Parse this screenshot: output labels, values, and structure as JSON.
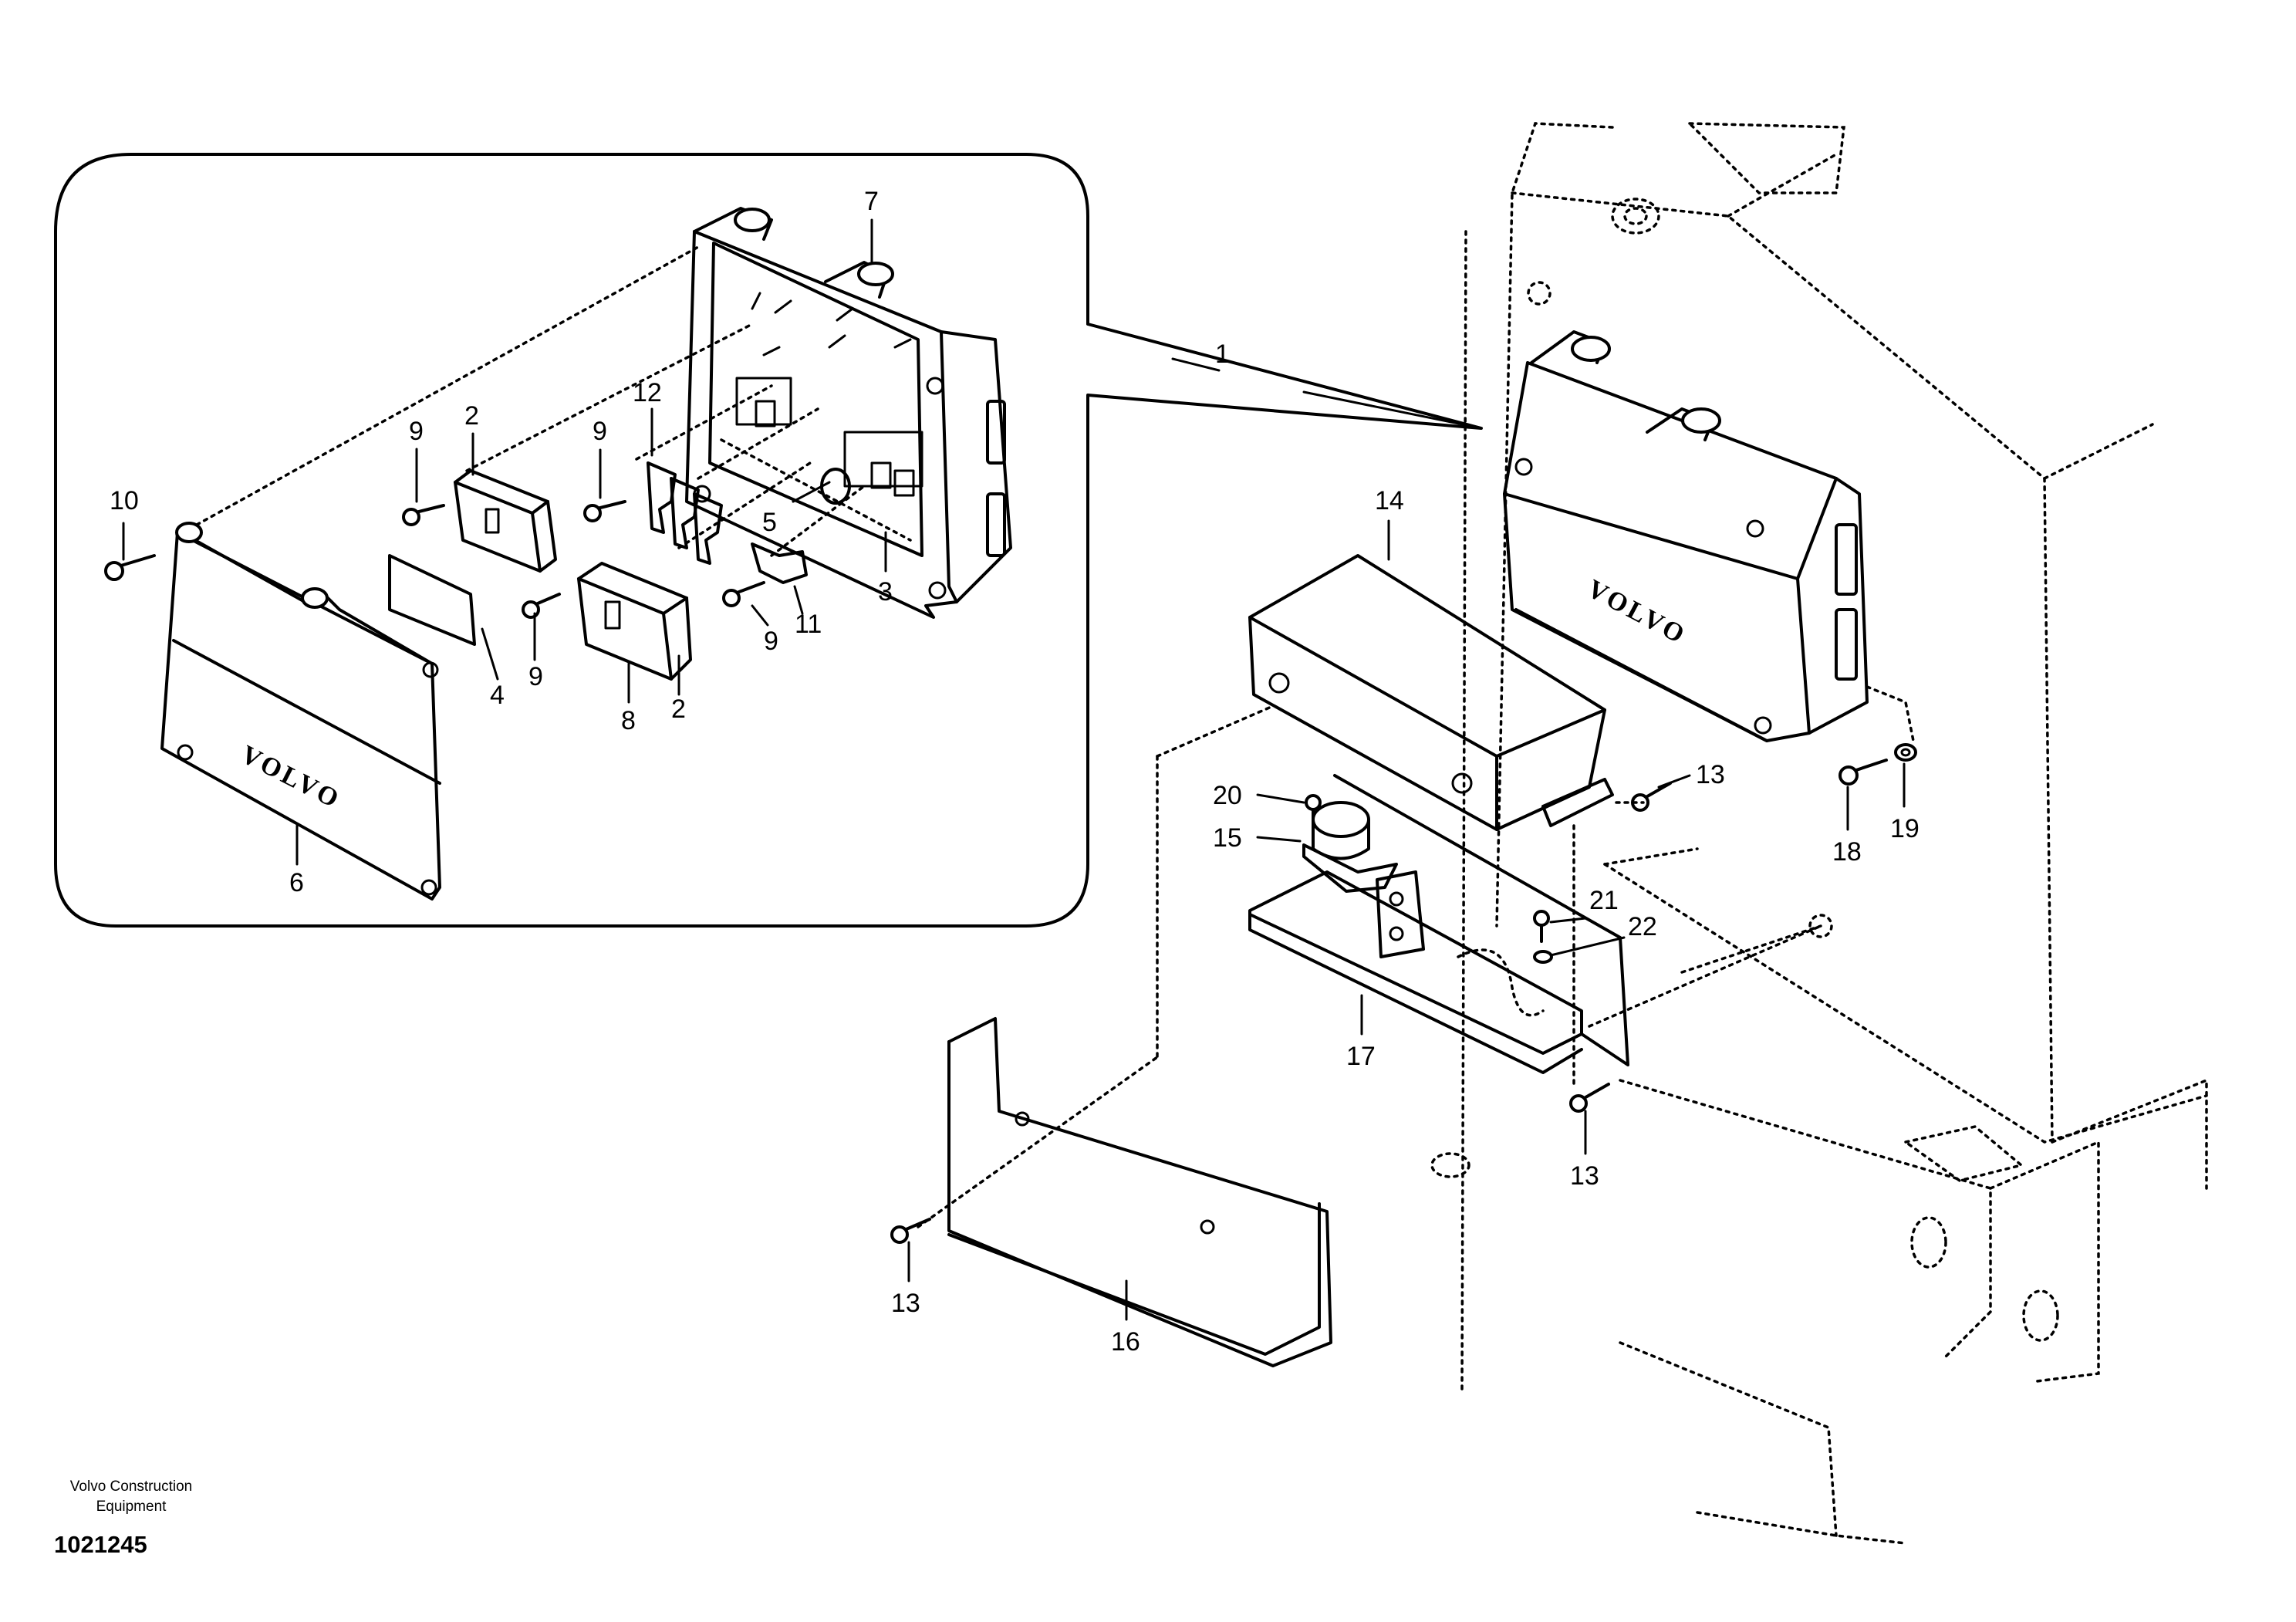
{
  "labels": {
    "p1": "1",
    "p2a": "2",
    "p2b": "2",
    "p3": "3",
    "p4": "4",
    "p5": "5",
    "p6": "6",
    "p7": "7",
    "p8": "8",
    "p9a": "9",
    "p9b": "9",
    "p9c": "9",
    "p9d": "9",
    "p10": "10",
    "p11": "11",
    "p12": "12",
    "p13a": "13",
    "p13b": "13",
    "p13c": "13",
    "p14": "14",
    "p15": "15",
    "p16": "16",
    "p17": "17",
    "p18": "18",
    "p19": "19",
    "p20": "20",
    "p21": "21",
    "p22": "22"
  },
  "branding": {
    "cover_logo": "VOLVO",
    "box_logo": "VOLVO",
    "company_line1": "Volvo Construction",
    "company_line2": "Equipment",
    "document_number": "1021245"
  }
}
